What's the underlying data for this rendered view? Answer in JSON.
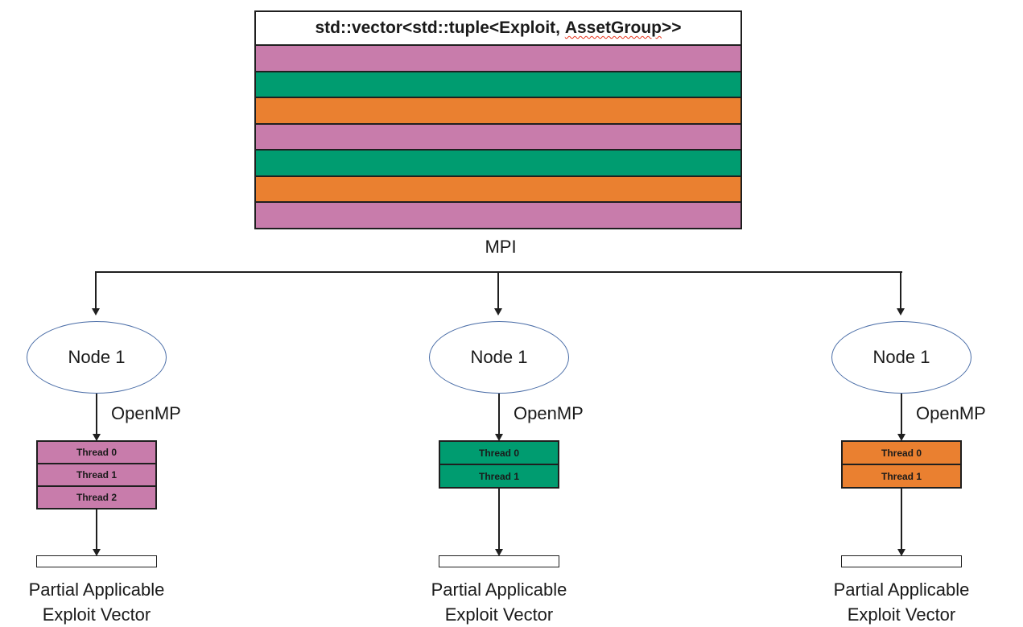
{
  "colors": {
    "pink": "#c87cab",
    "green": "#009c70",
    "orange": "#ea8030",
    "node_outline": "#4a6da7",
    "line": "#1f1f1f",
    "squiggle_red": "#e8341c"
  },
  "vector_box": {
    "title_pre": "std::vector<std::tuple<Exploit, ",
    "title_flagged": "AssetGroup",
    "title_post": ">>",
    "stripes": [
      "pink",
      "green",
      "orange",
      "pink",
      "green",
      "orange",
      "pink"
    ]
  },
  "mpi_label": "MPI",
  "nodes": [
    {
      "label": "Node 1",
      "openmp_label": "OpenMP",
      "color": "pink",
      "threads": [
        "Thread 0",
        "Thread 1",
        "Thread 2"
      ],
      "output_line1": "Partial Applicable",
      "output_line2": "Exploit Vector"
    },
    {
      "label": "Node 1",
      "openmp_label": "OpenMP",
      "color": "green",
      "threads": [
        "Thread 0",
        "Thread 1"
      ],
      "output_line1": "Partial Applicable",
      "output_line2": "Exploit Vector"
    },
    {
      "label": "Node 1",
      "openmp_label": "OpenMP",
      "color": "orange",
      "threads": [
        "Thread 0",
        "Thread 1"
      ],
      "output_line1": "Partial Applicable",
      "output_line2": "Exploit Vector"
    }
  ]
}
